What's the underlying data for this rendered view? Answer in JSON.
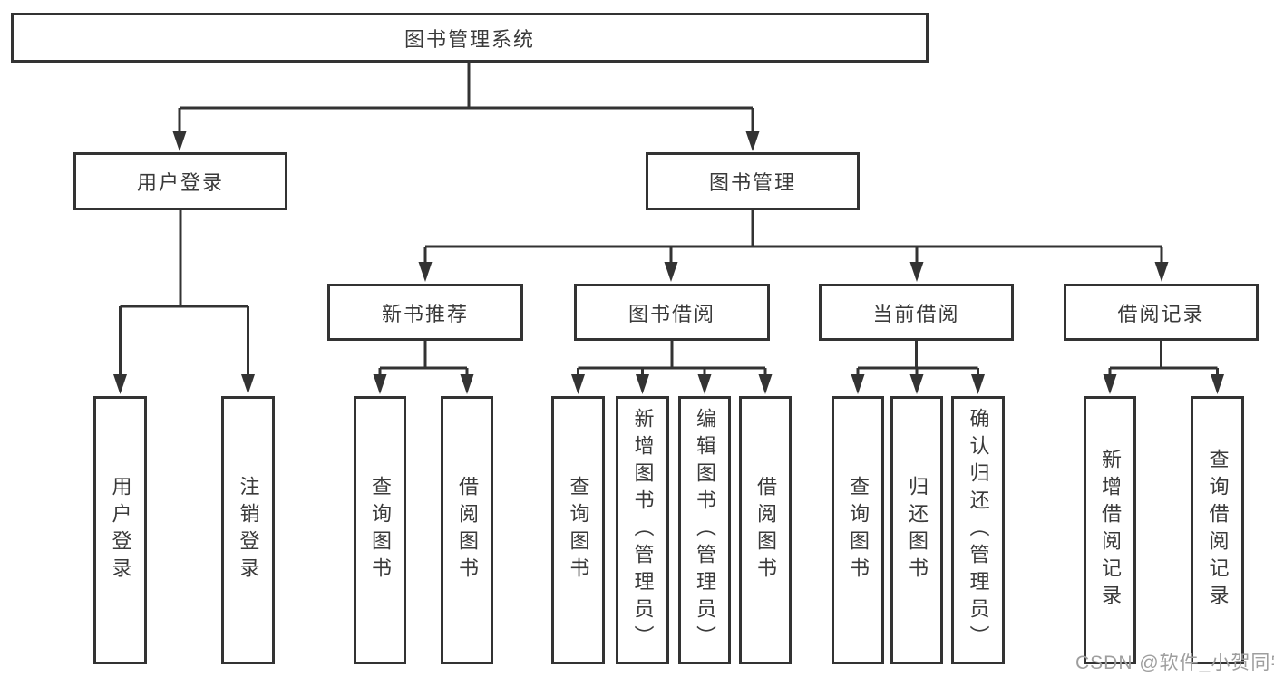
{
  "tree": {
    "root": "图书管理系统",
    "branches": [
      {
        "label": "用户登录",
        "leaves": [
          "用户登录",
          "注销登录"
        ]
      },
      {
        "label": "图书管理",
        "groups": [
          {
            "label": "新书推荐",
            "leaves": [
              "查询图书",
              "借阅图书"
            ]
          },
          {
            "label": "图书借阅",
            "leaves": [
              "查询图书",
              "新增图书（管理员）",
              "编辑图书（管理员）",
              "借阅图书"
            ]
          },
          {
            "label": "当前借阅",
            "leaves": [
              "查询图书",
              "归还图书",
              "确认归还（管理员）"
            ]
          },
          {
            "label": "借阅记录",
            "leaves": [
              "新增借阅记录",
              "查询借阅记录"
            ]
          }
        ]
      }
    ]
  },
  "watermark": "CSDN @软件_小贺同学",
  "style": {
    "line_color": "#333333",
    "box_border_color": "#333333",
    "text_color": "#3a3a3a",
    "watermark_color": "#9e9e9e",
    "background": "#ffffff"
  }
}
